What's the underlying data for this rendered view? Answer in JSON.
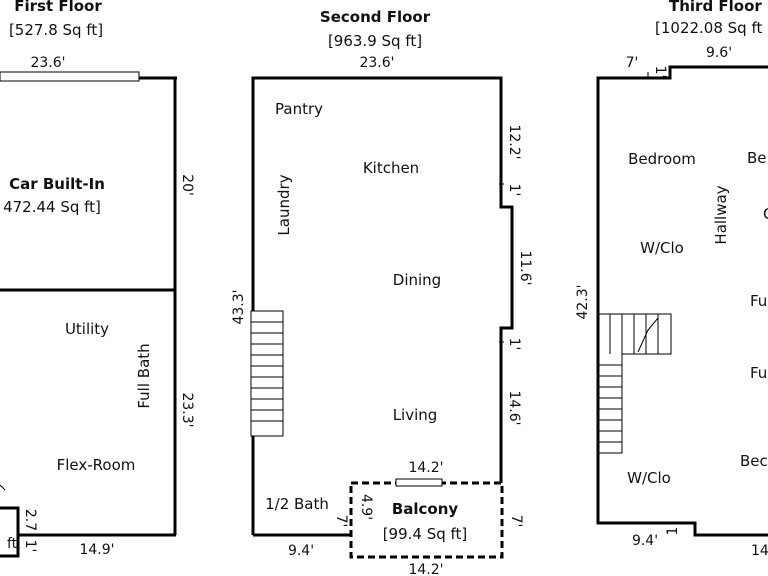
{
  "floors": [
    {
      "title": "First Floor",
      "area": "[527.8 Sq ft]",
      "dims": {
        "top": "23.6'",
        "right_upper": "20'",
        "right_lower": "23.3'",
        "bottom": "14.9'",
        "small_a": "2.7",
        "small_b": "1'"
      },
      "rooms": {
        "garage": "Car Built-In",
        "garage_area": "472.44 Sq ft]",
        "utility": "Utility",
        "full_bath": "Full Bath",
        "flex": "Flex-Room",
        "fragment": "ft"
      }
    },
    {
      "title": "Second Floor",
      "area": "[963.9 Sq ft]",
      "dims": {
        "top": "23.6'",
        "left": "43.3'",
        "right_a": "12.2'",
        "right_b": "11.6'",
        "right_c": "14.6'",
        "jog_a": "1'",
        "jog_b": "1'",
        "bottom": "9.4'",
        "balcony_top": "14.2'",
        "balcony_bottom": "14.2'",
        "balcony_left": "4.9'",
        "balcony_right": "7'",
        "bath_side": "7'"
      },
      "rooms": {
        "pantry": "Pantry",
        "kitchen": "Kitchen",
        "laundry": "Laundry",
        "dining": "Dining",
        "living": "Living",
        "half_bath": "1/2 Bath",
        "balcony": "Balcony",
        "balcony_area": "[99.4 Sq ft]"
      }
    },
    {
      "title": "Third Floor",
      "area": "[1022.08 Sq ft",
      "dims": {
        "top_a": "7'",
        "top_b": "9.6'",
        "jog": "1'",
        "left": "42.3'",
        "bottom_a": "9.4'",
        "bottom_b": "1",
        "bottom_c": "14"
      },
      "rooms": {
        "bedroom_a": "Bedroom",
        "bedroom_b": "Be",
        "hallway": "Hallway",
        "wclo_a": "W/Clo",
        "fragment_c": "C",
        "fu_a": "Fu",
        "fu_b": "Fu",
        "bed_c": "Bec",
        "wclo_b": "W/Clo"
      }
    }
  ]
}
